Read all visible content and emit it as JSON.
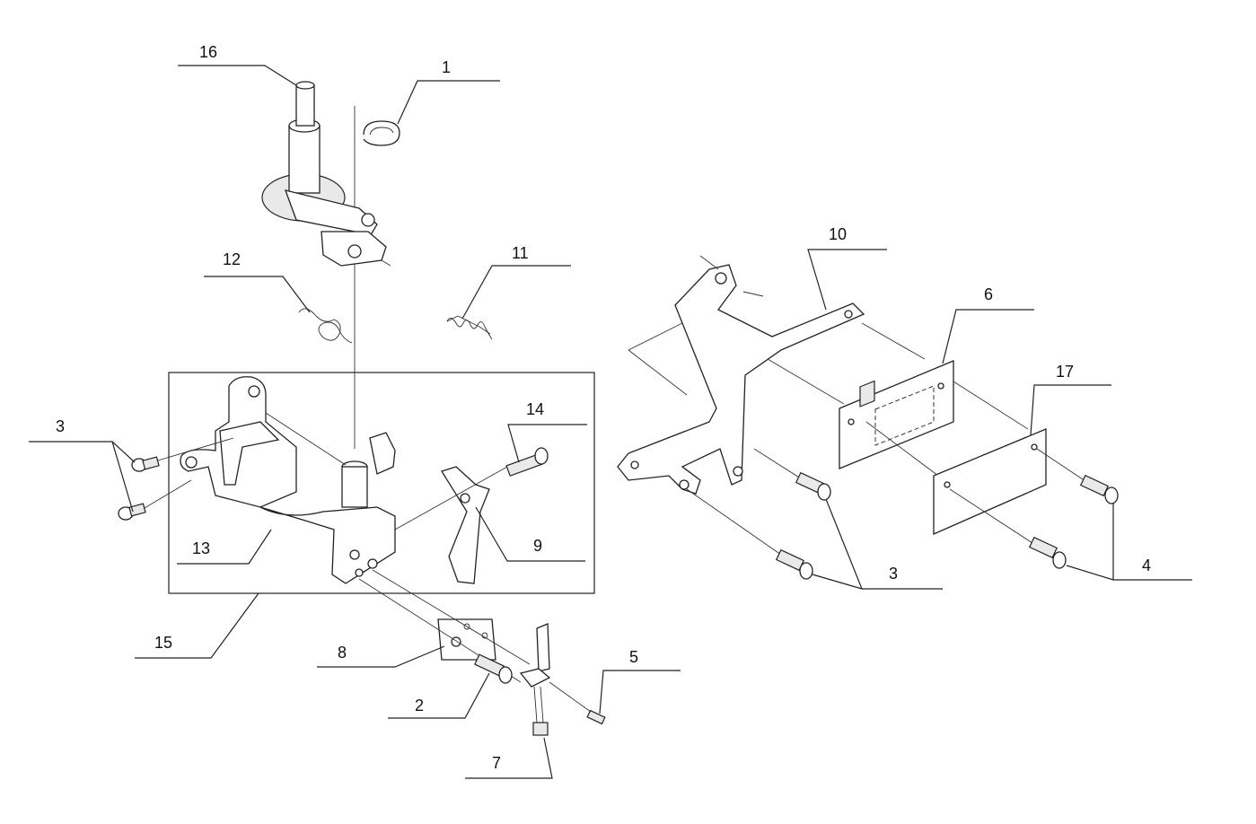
{
  "diagram": {
    "callouts": [
      {
        "id": "16",
        "label": "16"
      },
      {
        "id": "1",
        "label": "1"
      },
      {
        "id": "12",
        "label": "12"
      },
      {
        "id": "11",
        "label": "11"
      },
      {
        "id": "10",
        "label": "10"
      },
      {
        "id": "6",
        "label": "6"
      },
      {
        "id": "17",
        "label": "17"
      },
      {
        "id": "3a",
        "label": "3"
      },
      {
        "id": "14",
        "label": "14"
      },
      {
        "id": "13",
        "label": "13"
      },
      {
        "id": "9",
        "label": "9"
      },
      {
        "id": "15",
        "label": "15"
      },
      {
        "id": "8",
        "label": "8"
      },
      {
        "id": "5",
        "label": "5"
      },
      {
        "id": "2",
        "label": "2"
      },
      {
        "id": "7",
        "label": "7"
      },
      {
        "id": "3b",
        "label": "3"
      },
      {
        "id": "4",
        "label": "4"
      }
    ]
  }
}
